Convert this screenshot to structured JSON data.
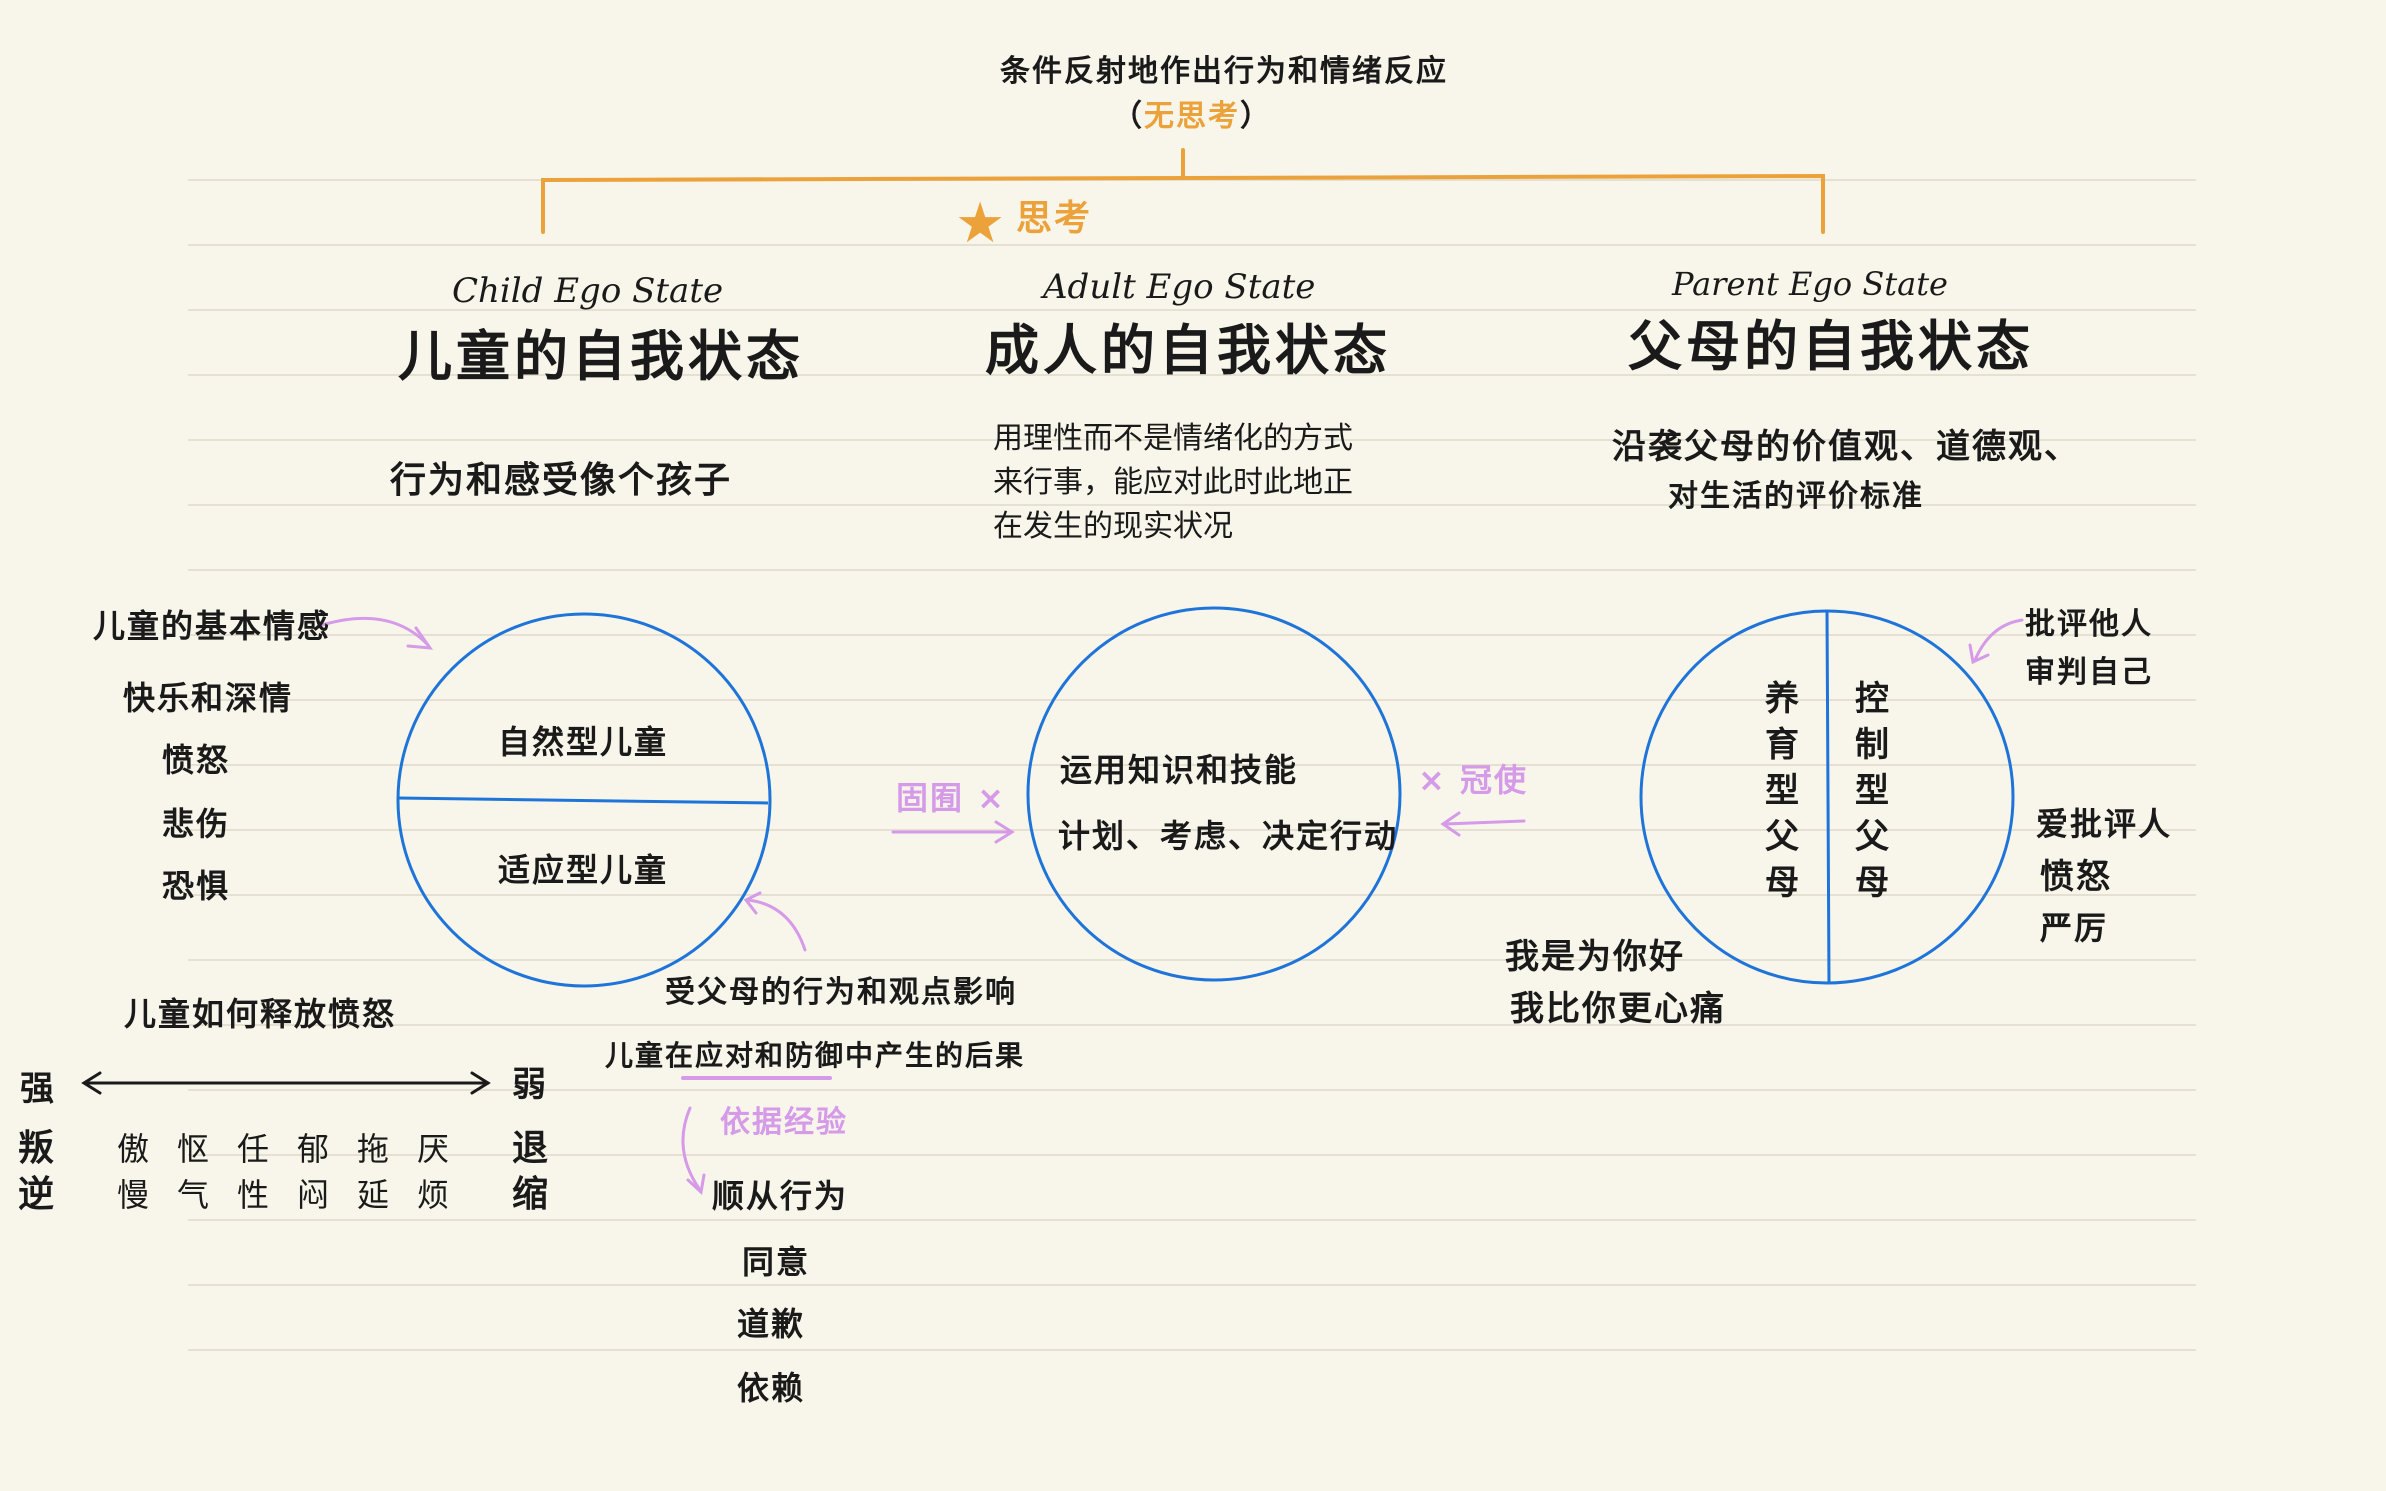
{
  "header": {
    "line1": "条件反射地作出行为和情绪反应",
    "line2_open": "（",
    "line2_highlight": "无思考",
    "line2_close": "）",
    "think_star": "★",
    "think_label": "思考"
  },
  "child": {
    "english": "Child Ego State",
    "title": "儿童的自我状态",
    "desc": "行为和感受像个孩子",
    "emotions_title": "儿童的基本情感",
    "emotions": [
      "快乐和深情",
      "愤怒",
      "悲伤",
      "恐惧"
    ],
    "circle_top": "自然型儿童",
    "circle_bottom": "适应型儿童",
    "release_title": "儿童如何释放愤怒",
    "scale_left": "强",
    "scale_right": "弱",
    "rebel_label": "叛逆",
    "retreat_label": "退缩",
    "release_items": [
      "傲慢",
      "怄气",
      "任性",
      "郁闷",
      "拖延",
      "厌烦"
    ],
    "influence": "受父母的行为和观点影响",
    "adapt_result": "儿童在应对和防御中产生的后果",
    "experience_note": "依据经验",
    "compliance": "顺从行为",
    "compliance_items": [
      "同意",
      "道歉",
      "依赖"
    ]
  },
  "adult": {
    "english": "Adult Ego State",
    "title": "成人的自我状态",
    "desc_lines": [
      "用理性而不是情绪化的方式",
      "来行事，能应对此时此地正",
      "在发生的现实状况"
    ],
    "circle_line1": "运用知识和技能",
    "circle_line2": "计划、考虑、决定行动",
    "left_note": "固囿 ×",
    "right_note": "× 冠使"
  },
  "parent": {
    "english": "Parent Ego State",
    "title": "父母的自我状态",
    "desc_lines": [
      "沿袭父母的价值观、道德观、",
      "对生活的评价标准"
    ],
    "nurturing": "养育型父母",
    "controlling": "控制型父母",
    "critic_lines": [
      "批评他人",
      "审判自己"
    ],
    "traits": [
      "爱批评人",
      "愤怒",
      "严厉"
    ],
    "sayings": [
      "我是为你好",
      "我比你更心痛"
    ]
  },
  "colors": {
    "background": "#f8f6ea",
    "orange": "#eca23a",
    "blue": "#1f74d9",
    "purple": "#d59ae8",
    "rule": "#e4e1d2",
    "ink": "#1a1a1a"
  }
}
